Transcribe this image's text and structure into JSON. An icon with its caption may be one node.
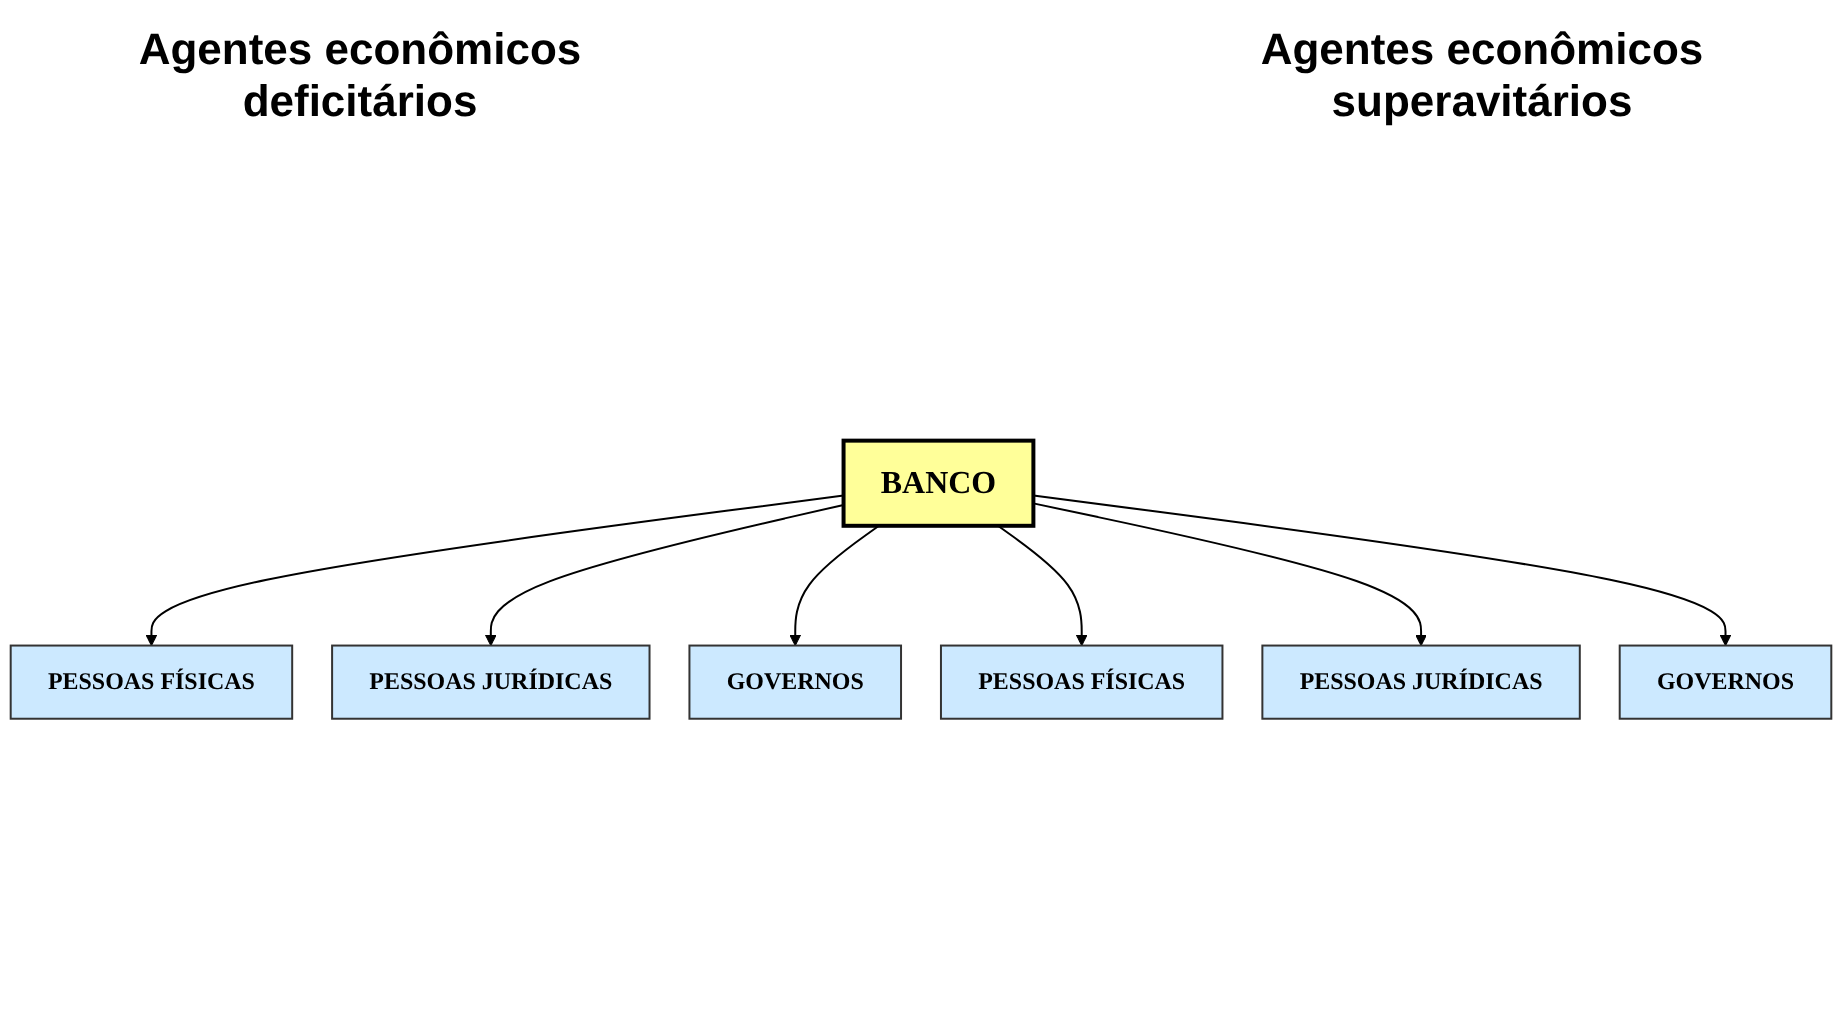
{
  "diagram": {
    "nodes": [
      {
        "text": [
          "PESSOAS FÍSICAS"
        ]
      },
      {
        "text": [
          "PESSOAS JURÍDICAS"
        ]
      },
      {
        "text": [
          "GOVERNOS"
        ]
      },
      {
        "text": [
          "BANCO"
        ]
      },
      {
        "text": [
          "PESSOAS FÍSICAS"
        ]
      },
      {
        "text": [
          "PESSOAS JURÍDICAS"
        ]
      },
      {
        "text": [
          "GOVERNOS"
        ]
      }
    ],
    "edges": [
      {
        "from": 3,
        "to": 0,
        "arrow": "to"
      },
      {
        "from": 3,
        "to": 1,
        "arrow": "to"
      },
      {
        "from": 3,
        "to": 2,
        "arrow": "to"
      },
      {
        "from": 3,
        "to": 4,
        "arrow": "to"
      },
      {
        "from": 3,
        "to": 5,
        "arrow": "to"
      },
      {
        "from": 3,
        "to": 6,
        "arrow": "to"
      }
    ],
    "labels": [
      "Agentes econômicos deficitários",
      "Agentes econômicos superavitários"
    ]
  }
}
